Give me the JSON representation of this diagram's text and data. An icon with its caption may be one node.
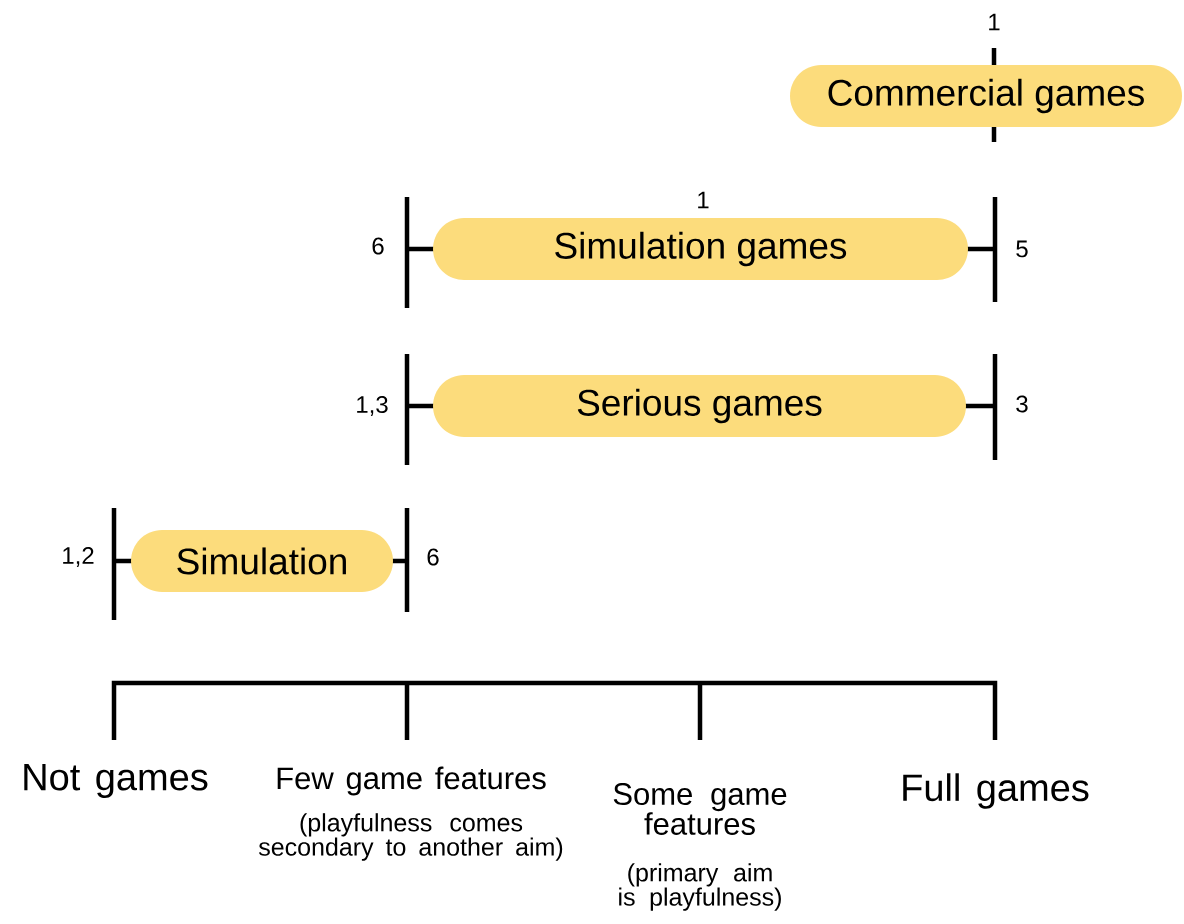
{
  "diagram": {
    "nodes": [
      {
        "text": [
          "Commercial games"
        ]
      },
      {
        "text": [
          "Simulation games"
        ]
      },
      {
        "text": [
          "Serious games"
        ]
      },
      {
        "text": [
          "Simulation"
        ]
      }
    ],
    "labels": [
      "1",
      "1",
      "6",
      "5",
      "1,3",
      "3",
      "1,2",
      "6",
      "Not games",
      "Few game features",
      "(playfulness comes secondary to another aim)",
      "Some game features",
      "(primary aim is playfulness)",
      "Full games"
    ]
  }
}
